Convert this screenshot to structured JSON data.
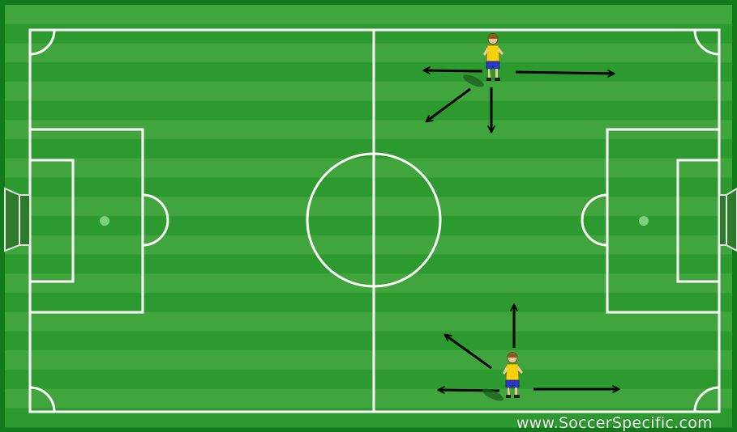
{
  "diagram": {
    "type": "soccer-drill",
    "colors": {
      "grass_light": "#3fa53c",
      "grass_dark": "#2d9a2f",
      "border": "#127a1a",
      "lines": "#ffffff",
      "penalty_spot": "#7fd07a",
      "arrow": "#000000",
      "jersey": "#f2d20a",
      "shorts": "#2a39c9",
      "skin": "#f1c79a",
      "hair": "#8b5a1e"
    },
    "players": [
      {
        "id": "player-top",
        "arrows": [
          "left",
          "right",
          "down",
          "down-left"
        ]
      },
      {
        "id": "player-bottom",
        "arrows": [
          "left",
          "right",
          "up",
          "up-left"
        ]
      }
    ]
  },
  "watermark": "www.SoccerSpecific.com"
}
